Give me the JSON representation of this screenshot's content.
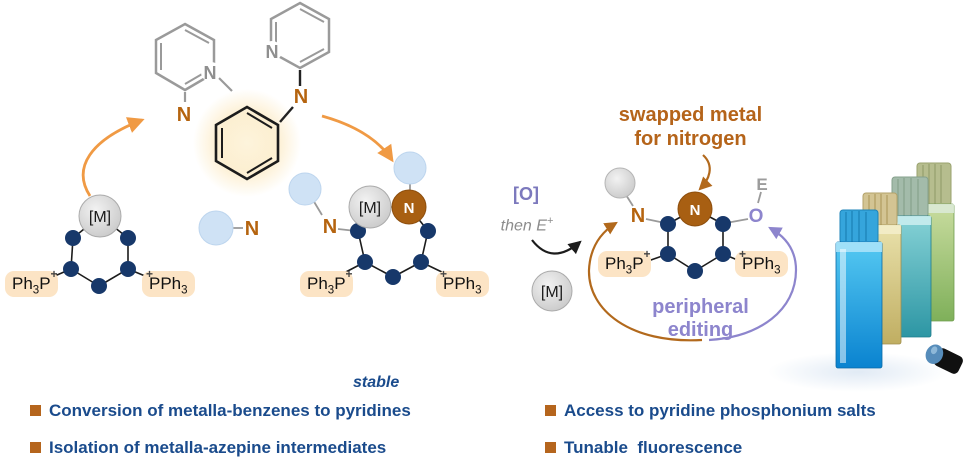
{
  "figure_type": "reaction-scheme",
  "palette": {
    "ring_carbon_dot": "#17386a",
    "substituent_ball": "#cfe2f5",
    "metal_circle": "#d9d9d9",
    "nitrogen_circle": "#a85f12",
    "phosphine_box": "#fce4c5",
    "orange_arrow": "#f09a44",
    "brown_accent": "#b5641a",
    "purple_accent": "#8d85cd",
    "bullet_text": "#1a4b8c",
    "bullet_square": "#b5651d"
  },
  "atoms": {
    "nitrogen": "N",
    "oxygen": "O",
    "electrophile": "E",
    "metal": "[M]"
  },
  "phosphine": {
    "left": {
      "pre": "Ph",
      "sub": "3",
      "post": "P",
      "charge": "+"
    },
    "right": {
      "pre": "PPh",
      "sub": "3",
      "post": "",
      "charge": "+"
    }
  },
  "conditions": {
    "oxidant": "[O]",
    "then_text": "then E",
    "electrophile_sup": "+",
    "metal_removed": "[M]"
  },
  "annotations": {
    "swapped_line1": "swapped metal",
    "swapped_line2": "for nitrogen",
    "peripheral_line1": "peripheral",
    "peripheral_line2": "editing",
    "stable": "stable"
  },
  "bullets": {
    "left": [
      "Conversion of metalla-benzenes to pyridines",
      "Isolation of metalla-azepine intermediates"
    ],
    "right": [
      "Access to pyridine phosphonium salts",
      "Tunable  fluorescence"
    ]
  },
  "photo": {
    "cuvette_colors": [
      "blue",
      "yellow",
      "teal",
      "green"
    ],
    "vial": "small capped vial"
  }
}
